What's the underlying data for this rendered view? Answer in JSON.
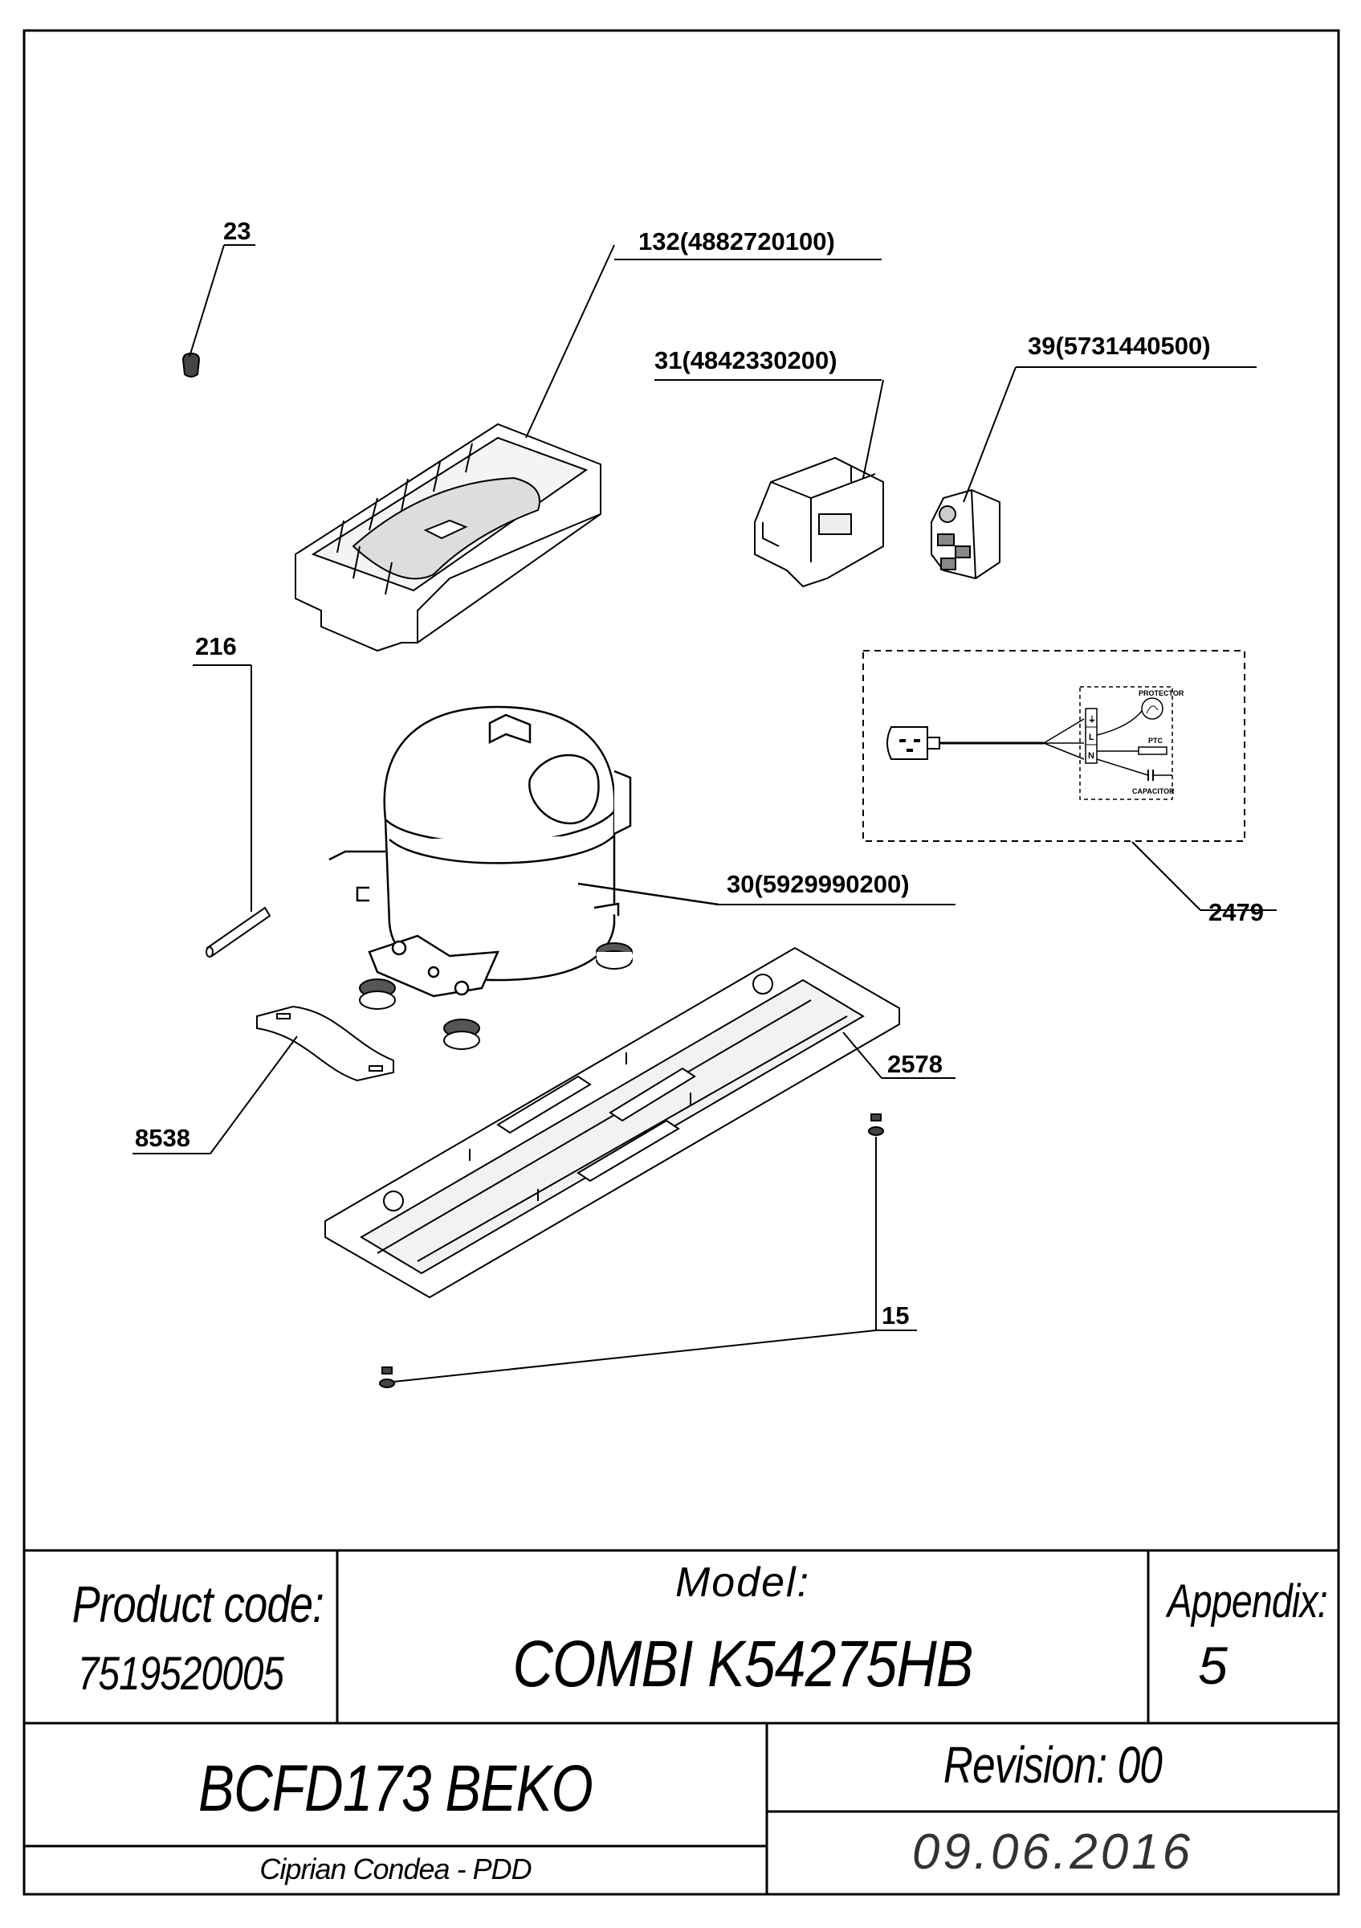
{
  "callouts": [
    {
      "id": "c23",
      "text": "23"
    },
    {
      "id": "c132",
      "text": "132(4882720100)"
    },
    {
      "id": "c31",
      "text": "31(4842330200)"
    },
    {
      "id": "c39",
      "text": "39(5731440500)"
    },
    {
      "id": "c216",
      "text": "216"
    },
    {
      "id": "c30",
      "text": "30(5929990200)"
    },
    {
      "id": "c2479",
      "text": "2479"
    },
    {
      "id": "c2578",
      "text": "2578"
    },
    {
      "id": "c8538",
      "text": "8538"
    },
    {
      "id": "c15",
      "text": "15"
    }
  ],
  "wiring": {
    "protector": "PROTECTOR",
    "ptc": "PTC",
    "capacitor": "CAPACITOR",
    "terminal_l": "L",
    "terminal_n": "N"
  },
  "title_block": {
    "product_code_label": "Product code:",
    "product_code_value": "7519520005",
    "model_label": "Model:",
    "model_value": "COMBI K54275HB",
    "appendix_label": "Appendix:",
    "appendix_value": "5",
    "product_name": "BCFD173 BEKO",
    "revision": "Revision: 00",
    "author": "Ciprian Condea - PDD",
    "date": "09.06.2016"
  }
}
